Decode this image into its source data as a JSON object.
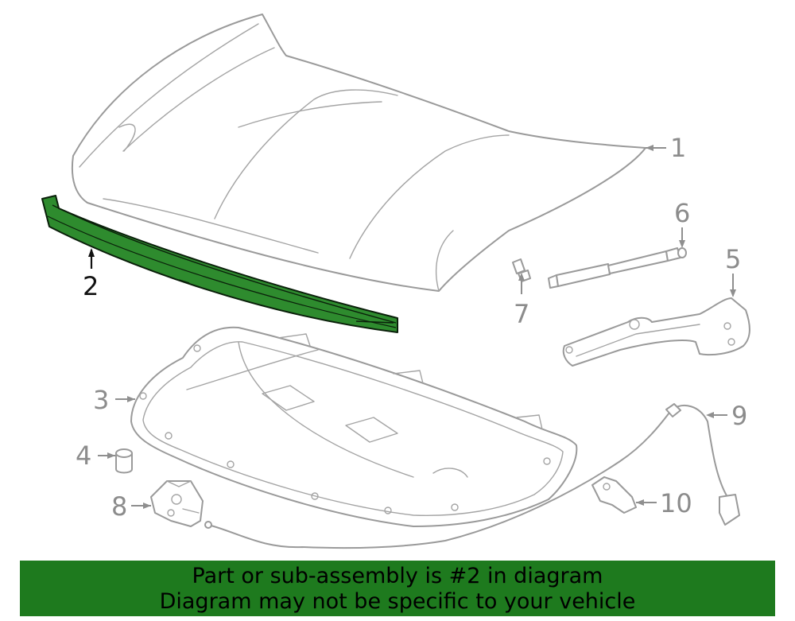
{
  "callouts": {
    "c1": "1",
    "c2": "2",
    "c3": "3",
    "c4": "4",
    "c5": "5",
    "c6": "6",
    "c7": "7",
    "c8": "8",
    "c9": "9",
    "c10": "10"
  },
  "highlight": {
    "part": "2",
    "color": "#2e8b2e"
  },
  "banner": {
    "line1": "Part or sub-assembly is #2 in diagram",
    "line2": "Diagram may not be specific to your vehicle",
    "color": "#1e7a1e"
  }
}
